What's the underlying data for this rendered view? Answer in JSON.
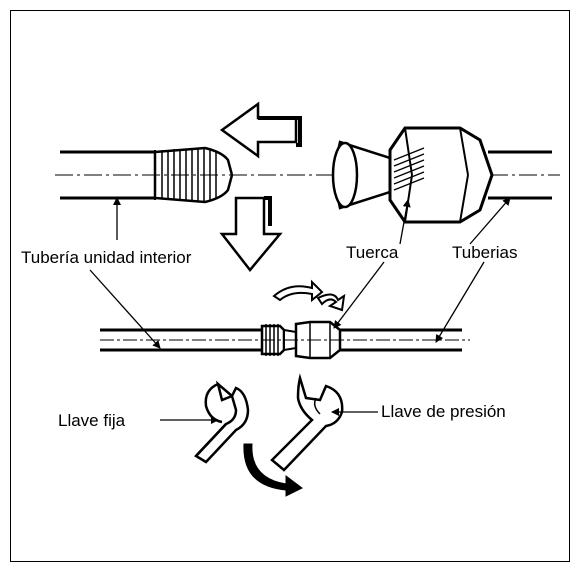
{
  "labels": {
    "indoor_pipe": "Tubería unidad interior",
    "nut": "Tuerca",
    "pipes": "Tuberias",
    "fixed_wrench": "Llave fija",
    "pressure_wrench": "Llave de presión"
  }
}
